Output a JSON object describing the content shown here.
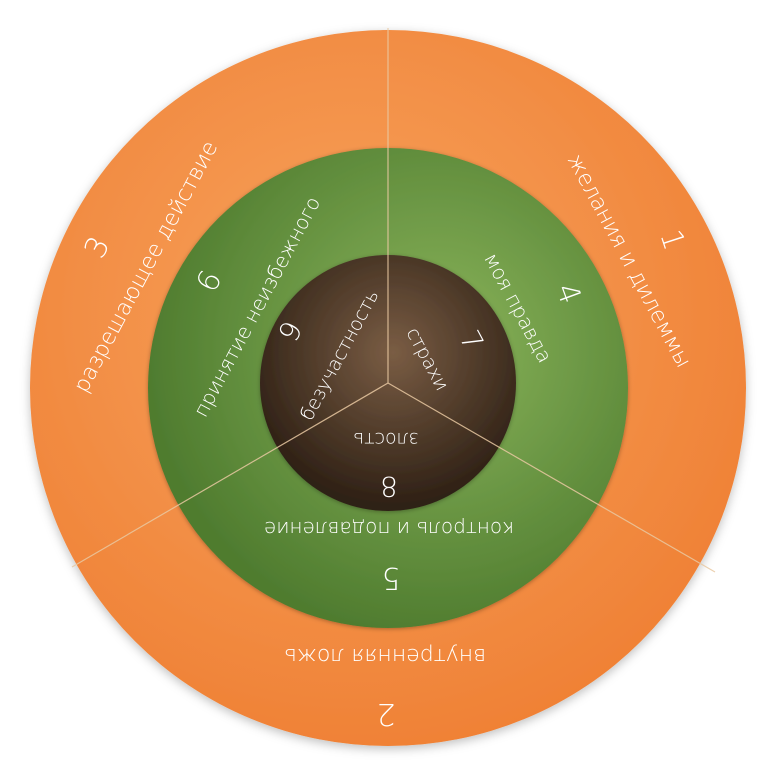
{
  "colors": {
    "outer_ring": "#F3893F",
    "middle_ring": "#6E9A45",
    "core": "#4A3423",
    "divider": "#E9C9A2",
    "text": "#FFFFFF"
  },
  "rings": {
    "outer": [
      {
        "number": "1",
        "label": "желания и дилеммы"
      },
      {
        "number": "2",
        "label": "внутренняя ложь"
      },
      {
        "number": "3",
        "label": "разрешающее действие"
      }
    ],
    "middle": [
      {
        "number": "4",
        "label": "моя правда"
      },
      {
        "number": "5",
        "label": "контроль и подавление"
      },
      {
        "number": "6",
        "label": "принятие неизбежного"
      }
    ],
    "core": [
      {
        "number": "7",
        "label": "страхи"
      },
      {
        "number": "8",
        "label": "злость"
      },
      {
        "number": "9",
        "label": "безучастность"
      }
    ]
  }
}
